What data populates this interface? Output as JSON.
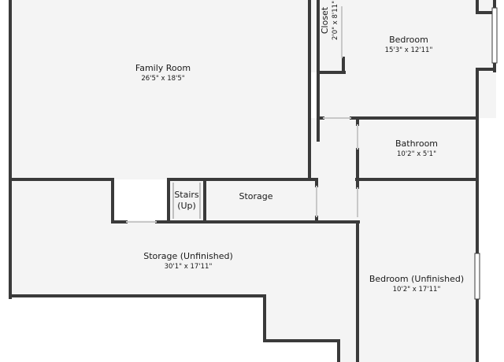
{
  "colors": {
    "wall": "#3a3a3a",
    "floor": "#f4f4f4",
    "background": "#ffffff",
    "text": "#1a1a1a"
  },
  "rooms": {
    "family_room": {
      "name": "Family Room",
      "dims": "26'5\" x 18'5\""
    },
    "closet": {
      "name": "Closet",
      "dims": "2'0\" x 8'11\""
    },
    "bedroom": {
      "name": "Bedroom",
      "dims": "15'3\" x 12'11\""
    },
    "bathroom": {
      "name": "Bathroom",
      "dims": "10'2\" x 5'1\""
    },
    "stairs": {
      "line1": "Stairs",
      "line2": "(Up)"
    },
    "storage": {
      "name": "Storage"
    },
    "storage_unfinished": {
      "name": "Storage (Unfinished)",
      "dims": "30'1\" x 17'11\""
    },
    "bedroom_unfinished": {
      "name": "Bedroom (Unfinished)",
      "dims": "10'2\" x 17'11\""
    }
  }
}
